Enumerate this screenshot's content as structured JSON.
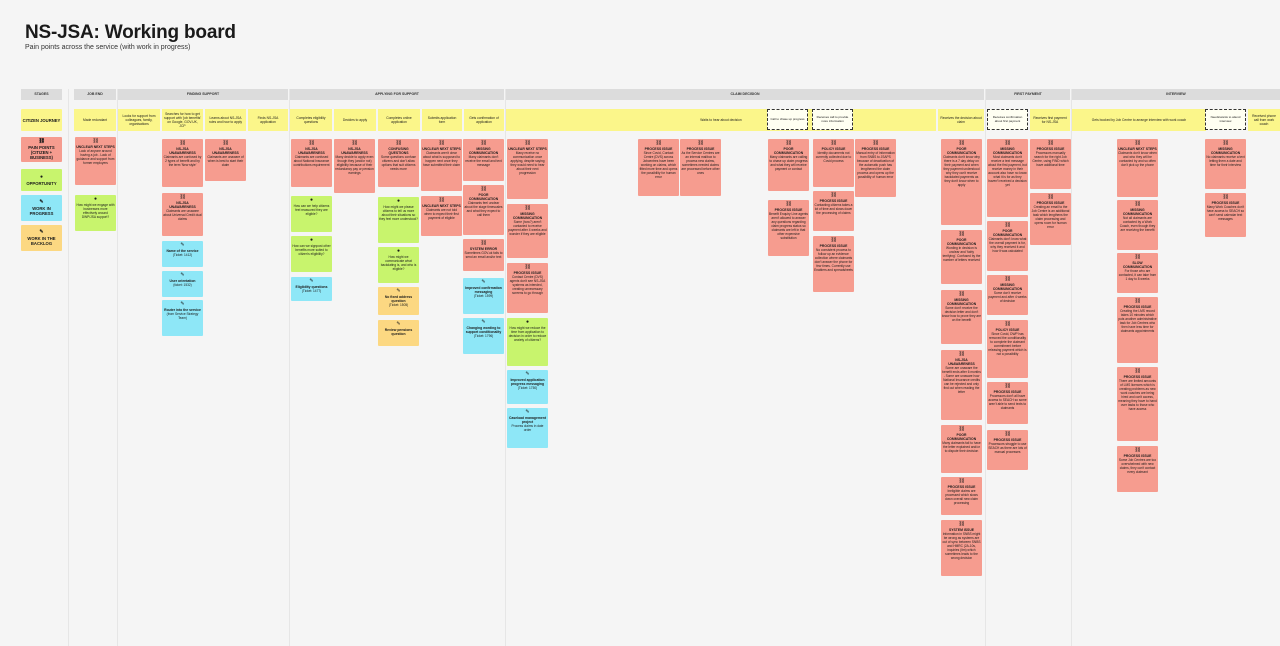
{
  "board": {
    "title": "NS-JSA: Working board",
    "subtitle": "Pain points across the service (with work in progress)"
  },
  "stages": [
    {
      "label": "STAGES"
    },
    {
      "label": "JOB END"
    },
    {
      "label": "FINDING SUPPORT"
    },
    {
      "label": "APPLYING FOR SUPPORT"
    },
    {
      "label": "CLAIM DECISION"
    },
    {
      "label": "FIRST PAYMENT"
    },
    {
      "label": "INTERVIEW"
    }
  ],
  "legend": {
    "citizen_journey": "CITIZEN JOURNEY",
    "pain_points": "PAIN POINTS (CITIZEN + BUSINESS)",
    "opportunity": "OPPORTUNITY",
    "work_in_progress": "WORK IN PROGRESS",
    "work_in_backlog": "WORK IN THE BACKLOG"
  },
  "journey": [
    "Made redundant",
    "Looks for support from colleagues, family, organisations",
    "Searches for how to get support with 'job benefits' on Google, GOV.UK, JCP",
    "Learns about NS-JSA rules and how to apply",
    "Finds NS-JSA application",
    "Completes eligibility questions",
    "Decides to apply",
    "Completes online application",
    "Submits application form",
    "Gets confirmation of application",
    "Waits to hear about decision",
    "Call to chase up progress",
    "Receives call to provide more information",
    "Receives the decision about claim",
    "Receives confirmation about first payment",
    "Receives first payment for NS-JSA",
    "Gets booked by Job Centre to arrange interview with work coach",
    "Needs/wants to attend interview",
    "Received phone call from work coach"
  ],
  "notes": {
    "n1": {
      "title": "UNCLEAR NEXT STEPS",
      "text": "Lack of anyone around having a job - Lack of guidance and support from former employers"
    },
    "n2": {
      "title": "",
      "text": "How might we engage with businesses more effectively around DWP/JSA support?"
    },
    "n3": {
      "title": "NS-JSA UNAWARENESS",
      "text": "Claimants are confused by 2 types of benefit and by the term 'New style'"
    },
    "n4": {
      "title": "NS-JSA UNAWARENESS",
      "text": "Claimants are unaware of when is best to start their claim"
    },
    "n5": {
      "title": "NS-JSA UNAWARENESS",
      "text": "Claimants are unaware about Universal Credit dual claims"
    },
    "n6": {
      "title": "Name of the service",
      "text": "(Ticket: 1412)"
    },
    "n7": {
      "title": "User orientation",
      "text": "(ticket: 1532)"
    },
    "n8": {
      "title": "Router into the service",
      "text": "(from Service Strategy Team)"
    },
    "n9": {
      "title": "NS-JSA UNAWARENESS",
      "text": "Claimants are confused about National Insurance contributions requirement"
    },
    "n10": {
      "title": "NS-JSA UNAWARENESS",
      "text": "Many decide to apply even though they (and/or not) eligibility because of their redundancy pay or pension earnings"
    },
    "n11": {
      "title": "CONFUSING QUESTIONS",
      "text": "Some questions confuse citizens and don't allow options that suit citizens needs more"
    },
    "n12": {
      "title": "UNCLEAR NEXT STEPS",
      "text": "Claimants aren't clear about what is supposed to happen next once they have submitted their claim"
    },
    "n13": {
      "title": "UNCLEAR NEXT STEPS",
      "text": "Claimants are not told when to expect their first payment of eligible"
    },
    "n14": {
      "title": "MISSING COMMUNICATION",
      "text": "Many claimants don't receive the email and text message"
    },
    "n15": {
      "title": "POOR COMMUNICATION",
      "text": "Claimants feel unclear about the stage timescales and what they expect to call them"
    },
    "n16": {
      "title": "SYSTEM ERROR",
      "text": "Sometimes GOV.uk fails to send an email and/or text"
    },
    "n17": {
      "title": "",
      "text": "How can we help citizens feel reassured they are eligible?"
    },
    "n18": {
      "title": "",
      "text": "How can we signpost other benefits more suited to citizen's eligibility?"
    },
    "n19": {
      "title": "Eligibility questions",
      "text": "(Ticket: 1477)"
    },
    "n20": {
      "title": "",
      "text": "How might we please citizens to tell us more about their situations so they feel more understood?"
    },
    "n21": {
      "title": "",
      "text": "How might we communicate what backdating is, and who is eligible?"
    },
    "n22": {
      "title": "No fixed address question",
      "text": "(Ticket: 1505)"
    },
    "n23": {
      "title": "Review pensions question",
      "text": ""
    },
    "n24": {
      "title": "Improved confirmation messaging",
      "text": "(Ticket: 1599)"
    },
    "n25": {
      "title": "Changing wording to support conditionality",
      "text": "(Ticket: 1796)"
    },
    "n26": {
      "title": "UNCLEAR NEXT STEPS",
      "text": "Many receive no communication once applying, despite saying they would need to hear about their next progression"
    },
    "n27": {
      "title": "MISSING COMMUNICATION",
      "text": "Some (how?) aren't contacted to receive payment after 4 weeks and wonder if they are eligible"
    },
    "n28": {
      "title": "PROCESS ISSUE",
      "text": "Contact Centre (DVS) agents don't see NS-JSA systems as intended, creating unnecessary screens to go through"
    },
    "n29": {
      "title": "",
      "text": "How might we reduce the time from application to decision in order to reduce anxiety of citizens?"
    },
    "n30": {
      "title": "Improved application progress messaging",
      "text": "(Ticket: 1750)"
    },
    "n31": {
      "title": "Caseload management project",
      "text": "Process claims in date order"
    },
    "n32": {
      "title": "PROCESS ISSUE",
      "text": "Since Covid, Contact Centre (DVS) across Jobcentres have been working on claims, which fitted more time and opens the possibility for human error"
    },
    "n33": {
      "title": "PROCESS ISSUE",
      "text": "As the Service Centres are an internal mailbox to process new claims, sometimes needed claims are processed before other ones"
    },
    "n34": {
      "title": "POOR COMMUNICATION",
      "text": "Many claimants are calling to chase up claim progress and what they will receive payment or contact"
    },
    "n35": {
      "title": "PROCESS ISSUE",
      "text": "Benefit Enquiry Line agents aren't allowed to answer any questions regarding claim progress status so claimants are left in that other expensive substitution"
    },
    "n36": {
      "title": "POLICY ISSUE",
      "text": "Identity documents not currently collected due to Covid process"
    },
    "n37": {
      "title": "PROCESS ISSUE",
      "text": "Contacting citizens takes a lot of time and slows down the processing of claims"
    },
    "n38": {
      "title": "PROCESS ISSUE",
      "text": "No consistent process to follow up an evidence collection where claimants don't answer the phone for few times. Currently use Enablers and spreadsheets"
    },
    "n39": {
      "title": "PROCESS ISSUE",
      "text": "Manual entry of information from SNBS to JSAPS because of deactivation of the automatic push has lengthened the claim process and opens up the possibility of human error"
    },
    "n40": {
      "title": "POOR COMMUNICATION",
      "text": "Claimants don't know why there is a 7 day delay on their payment and when they payment understood why they can't receive backdated payments as they don't know when to apply"
    },
    "n41": {
      "title": "POOR COMMUNICATION",
      "text": "Wording in decision is unclear and 'fairly terrifying'. Confused by the number of letters received"
    },
    "n42": {
      "title": "MISSING COMMUNICATION",
      "text": "Some don't receive the decision letter and don't know how to prove they are on the benefit"
    },
    "n43": {
      "title": "NS-JSA UNAWARENESS",
      "text": "Some are unaware the benefit ends after 6 months - Some are unaware how National Insurance credits can be rejected and only find out when reading the letter"
    },
    "n44": {
      "title": "POOR COMMUNICATION",
      "text": "Many claimants fail to have the letter explained and/or to dispute their decision"
    },
    "n45": {
      "title": "PROCESS ISSUE",
      "text": "Ineligible claims are processed which slows down overall new claim processing"
    },
    "n46": {
      "title": "SYSTEM ISSUE",
      "text": "Information in SNBS might be wrong as systems are out of sync between SNBS and HMRC (2A-10s, inquiries (ltm) which sometimes leads to the wrong decision"
    },
    "n47": {
      "title": "MISSING COMMUNICATION",
      "text": "Most claimants don't receive a text message about the first payment, but receive money in their account also have no know what it is for as they haven't received a decision yet"
    },
    "n48": {
      "title": "POOR COMMUNICATION",
      "text": "Claimants don't know what the overall payment is for, why they received it and how it was calculated"
    },
    "n49": {
      "title": "MISSING COMMUNICATION",
      "text": "Some don't receive payment and after 4 weeks of decision"
    },
    "n50": {
      "title": "POLICY ISSUE",
      "text": "Since Covid, DWP has removed the conditionality to complete the claimant commitment before releasing payment which is not a possibility"
    },
    "n51": {
      "title": "PROCESS ISSUE",
      "text": "Processors don't all have access to SEACH so some aren't able to send texts to claimants"
    },
    "n52": {
      "title": "PROCESS ISSUE",
      "text": "Processors struggle to use SEACH as there are lots of manual processes"
    },
    "n53": {
      "title": "PROCESS ISSUE",
      "text": "Processors manually search for the right Job Centre, using FIND which have additional time"
    },
    "n54": {
      "title": "PROCESS ISSUE",
      "text": "Creating an email to the Job Centre is an additional task which lengthens the claim processing and opens room for human error"
    },
    "n55": {
      "title": "UNCLEAR NEXT STEPS",
      "text": "Claimants don't know when and who they will be contacted by and so often don't pick up the phone"
    },
    "n56": {
      "title": "MISSING COMMUNICATION",
      "text": "Not all claimants are contacted by a Work Coach, even though they are receiving the benefit"
    },
    "n57": {
      "title": "SLOW COMMUNICATION",
      "text": "For those who are contacted, it can take from 1 day to 8 weeks"
    },
    "n58": {
      "title": "PROCESS ISSUE",
      "text": "Creating the LMS record takes 10 minutes which puts another administrative task for Job Centres who then have less time for claimants appointments"
    },
    "n59": {
      "title": "PROCESS ISSUE",
      "text": "There are limited amounts of LMS licences which is creating problems as new work coaches are being hired and can't access, meaning they have to hand over tasks to those who have access"
    },
    "n60": {
      "title": "PROCESS ISSUE",
      "text": "Some Job Centres are too overwhelmed with new claims, they can't contact every claimant"
    },
    "n61": {
      "title": "MISSING COMMUNICATION",
      "text": "No claimants receive a text letting them a date and time for their interview"
    },
    "n62": {
      "title": "PROCESS ISSUE",
      "text": "Many Work Coaches don't have access to SEACH so can't send calendar text messages"
    }
  },
  "colors": {
    "yellow": "#fbf68a",
    "pink": "#f69c8f",
    "green": "#c8f46d",
    "blue": "#8ee7f7",
    "orange": "#fcd882"
  },
  "icons": {
    "opportunity": "lightbulb-icon",
    "work_in_progress": "pencil-icon",
    "pain_point": "broken-link-icon"
  }
}
